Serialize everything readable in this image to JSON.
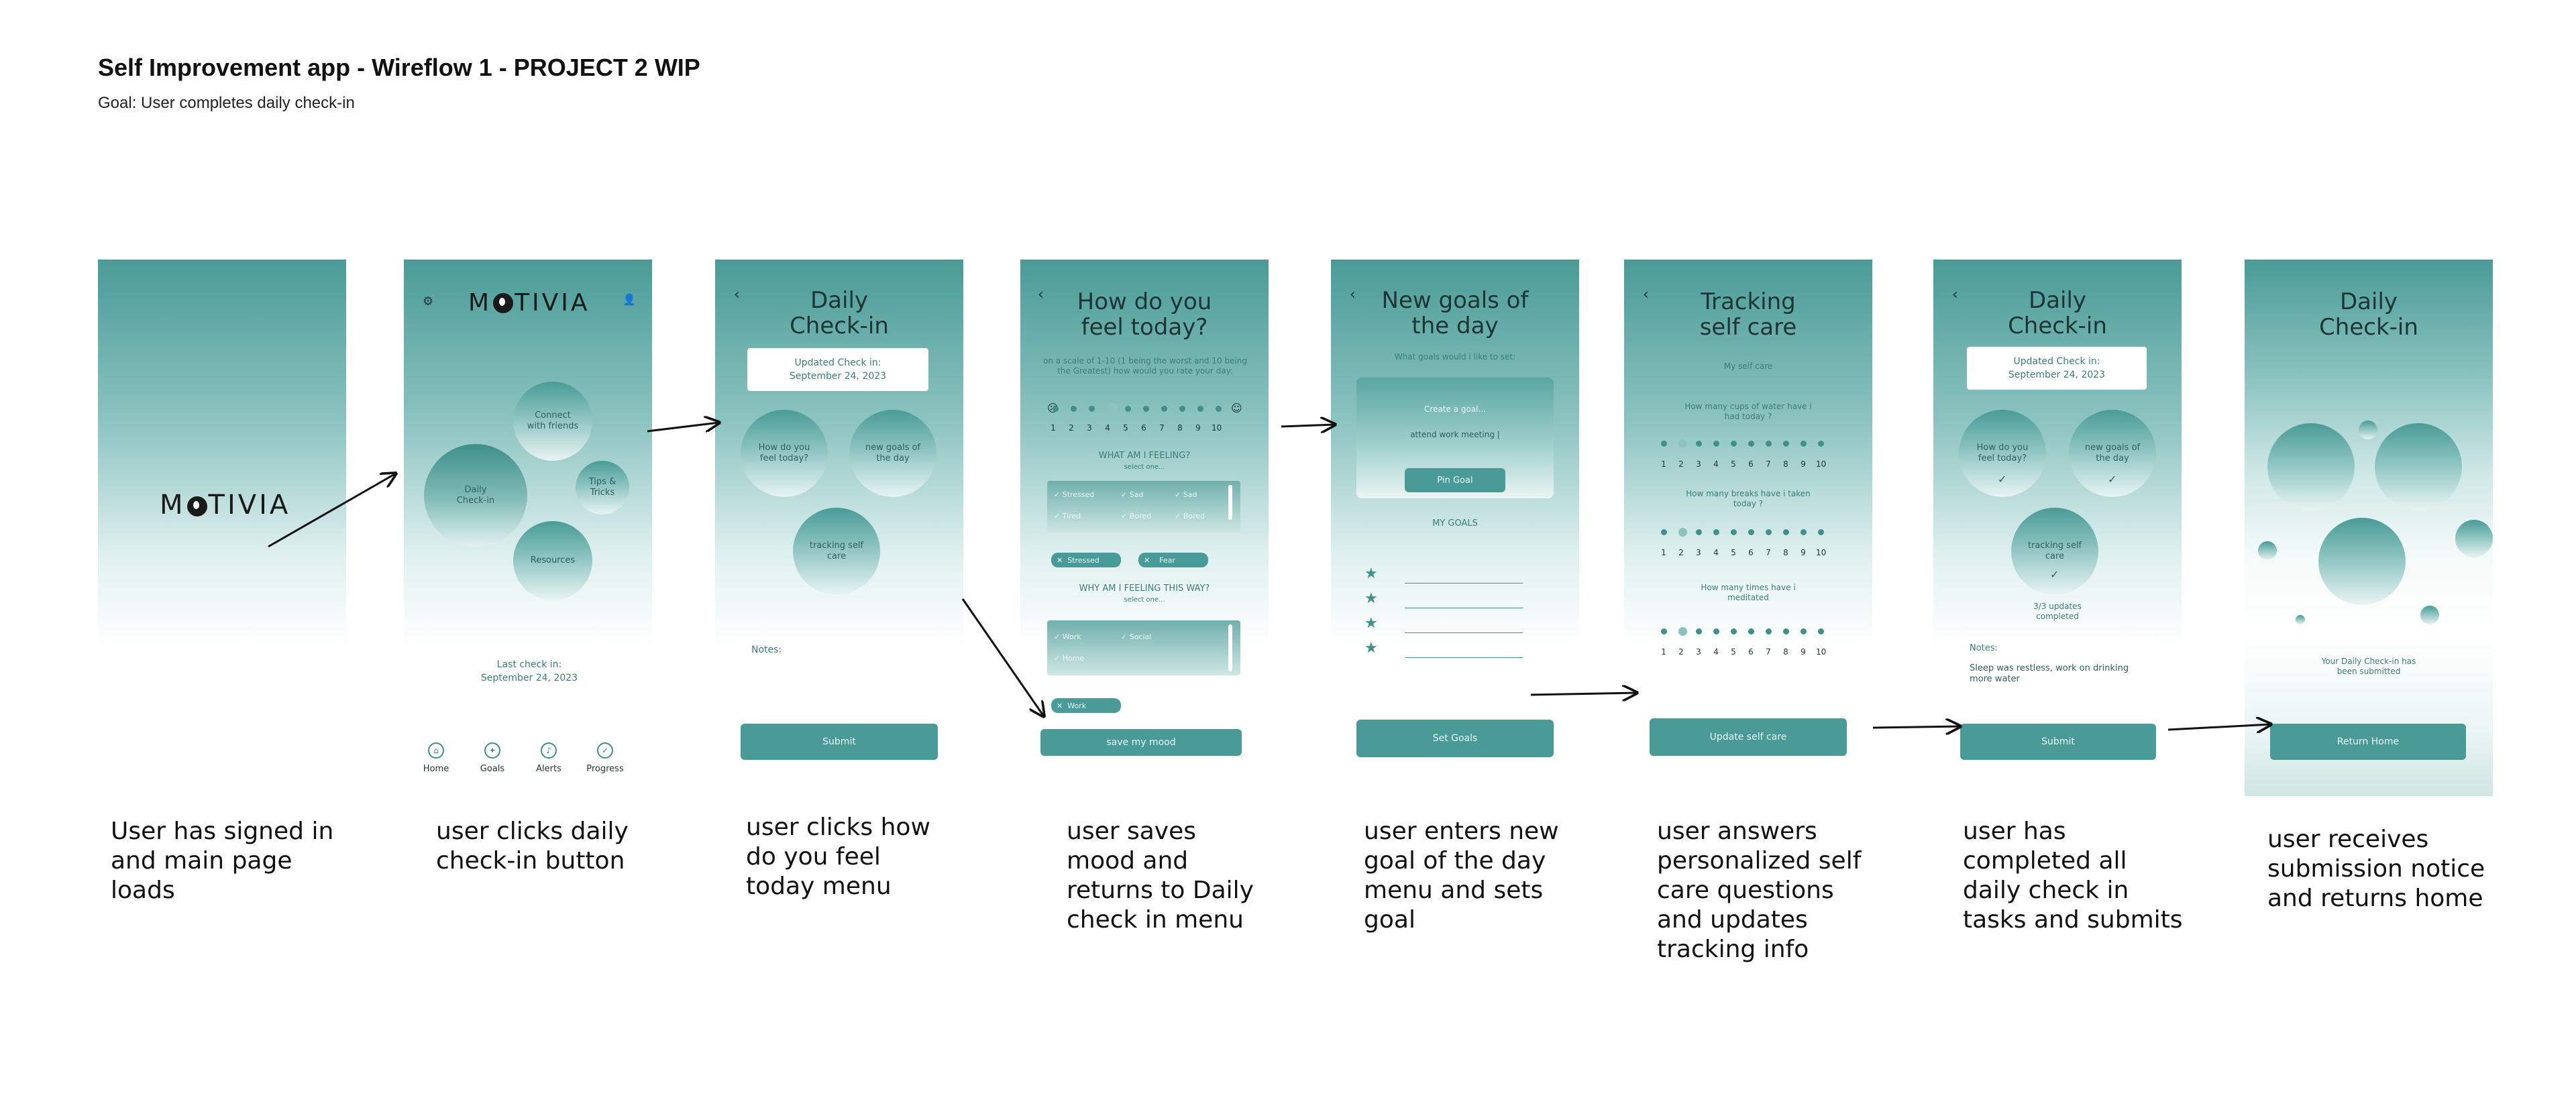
{
  "header": {
    "title": "Self Improvement app - Wireflow 1 - PROJECT 2 WIP",
    "subtitle": "Goal: User completes daily check-in"
  },
  "captions": [
    "User has signed in\nand main page loads",
    "user clicks daily\ncheck-in button",
    "user clicks how\ndo you feel\ntoday menu",
    "user saves\nmood and\nreturns to Daily\ncheck in menu",
    "user enters new\ngoal of the day\nmenu and sets\ngoal",
    "user answers\npersonalized self\ncare questions\nand updates\ntracking info",
    "user has\ncompleted all\ndaily check in\ntasks and submits",
    "user receives\nsubmission notice\nand returns home"
  ],
  "screen1": {
    "logo_pre": "M",
    "logo_post": "TIVIA"
  },
  "screen2": {
    "logo_pre": "M",
    "logo_post": "TIVIA",
    "bubbles": {
      "connect": "Connect with friends",
      "checkin": "Daily Check-in",
      "tips": "Tips & Tricks",
      "resources": "Resources"
    },
    "last_checkin_label": "Last check in:",
    "last_checkin_date": "September 24, 2023",
    "nav": [
      "Home",
      "Goals",
      "Alerts",
      "Progress"
    ]
  },
  "screen3": {
    "title": "Daily Check-in",
    "updated_label": "Updated Check in:",
    "updated_date": "September 24, 2023",
    "bubbles": {
      "feel": "How do you feel today?",
      "goals": "new goals of the day",
      "tracking": "tracking self care"
    },
    "notes_label": "Notes:",
    "submit": "Submit"
  },
  "screen4": {
    "title": "How do you feel today?",
    "scale_text": "on a scale of 1-10 (1 being the worst and 10 being the Greatest) how would you rate your day:",
    "scale": [
      "1",
      "2",
      "3",
      "4",
      "5",
      "6",
      "7",
      "8",
      "9",
      "10"
    ],
    "feeling_heading": "WHAT AM I FEELING?",
    "select_one": "select one...",
    "feelings": [
      "Stressed",
      "Sad",
      "Sad",
      "Tired",
      "Bored",
      "Bored"
    ],
    "selected_feelings": [
      "Stressed",
      "Fear"
    ],
    "why_heading": "WHY AM I FEELING THIS WAY?",
    "select_one_2": "select one...",
    "reasons": [
      "Work",
      "Social",
      "Home"
    ],
    "selected_reason": "Work",
    "save": "save my mood"
  },
  "screen5": {
    "title": "New goals of the day",
    "question": "What goals would i like to set:",
    "create_placeholder": "Create a goal...",
    "goal_input": "attend work meeting |",
    "pin": "Pin Goal",
    "my_goals": "MY GOALS",
    "set_goals": "Set Goals"
  },
  "screen6": {
    "title": "Tracking self care",
    "section": "My self care",
    "questions": [
      "How many cups of water have i had today ?",
      "How many breaks have i taken today ?",
      "How many times have i meditated"
    ],
    "scale": [
      "1",
      "2",
      "3",
      "4",
      "5",
      "6",
      "7",
      "8",
      "9",
      "10"
    ],
    "update": "Update self care"
  },
  "screen7": {
    "title": "Daily Check-in",
    "updated_label": "Updated Check in:",
    "updated_date": "September 24, 2023",
    "bubbles": {
      "feel": "How do you feel today?",
      "goals": "new goals of the day",
      "tracking": "tracking self care"
    },
    "progress": "3/3 updates completed",
    "notes_label": "Notes:",
    "notes_text": "Sleep was restless, work on drinking more water",
    "submit": "Submit"
  },
  "screen8": {
    "title": "Daily Check-in",
    "message": "Your Daily Check-in has been submitted",
    "return_home": "Return Home"
  },
  "colors": {
    "teal": "#4a9b97",
    "teal_dark": "#3f8f8b",
    "teal_light": "#8cc3c0"
  }
}
